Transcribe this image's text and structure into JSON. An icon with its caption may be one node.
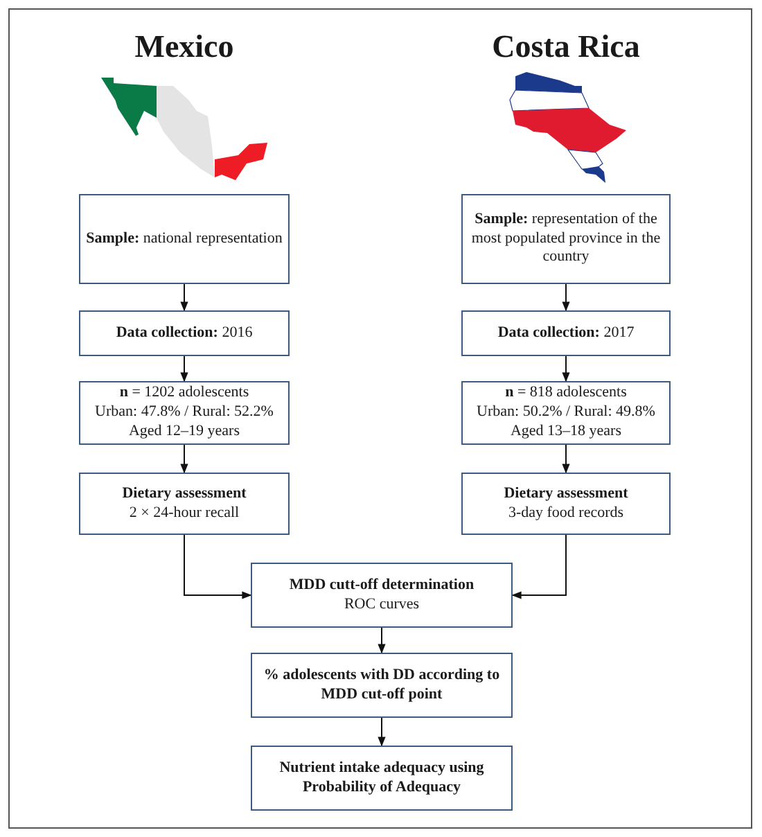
{
  "diagram": {
    "nodes": [
      {
        "text": [
          "**Sample:** national representation"
        ]
      },
      {
        "text": [
          "**Data collection:**  2016"
        ]
      },
      {
        "text": [
          "**n** = 1202 adolescents",
          "Urban: 47.8% / Rural: 52.2%",
          "Aged 12–19  years"
        ]
      },
      {
        "text": [
          "Dietary assessment",
          "2 × 24-hour recall"
        ]
      },
      {
        "text": [
          "**Sample:** representation of the most populated province in the country"
        ]
      },
      {
        "text": [
          "**Data collection:**  2017"
        ]
      },
      {
        "text": [
          "**n** = 818 adolescents",
          "Urban: 50.2% / Rural: 49.8%",
          "Aged 13–18 years"
        ]
      },
      {
        "text": [
          "Dietary assessment",
          "3-day food records"
        ]
      },
      {
        "text": [
          "MDD cutt-off determination",
          "ROC curves"
        ]
      },
      {
        "text": [
          "% adolescents with DD according to MDD cut-off point"
        ]
      },
      {
        "text": [
          "Nutrient intake adequacy using Probability of Adequacy"
        ]
      }
    ],
    "edges": [
      {
        "from": 0,
        "to": 1,
        "arrow": "to"
      },
      {
        "from": 1,
        "to": 2,
        "arrow": "to"
      },
      {
        "from": 2,
        "to": 3,
        "arrow": "to"
      },
      {
        "from": 4,
        "to": 5,
        "arrow": "to"
      },
      {
        "from": 5,
        "to": 6,
        "arrow": "to"
      },
      {
        "from": 6,
        "to": 7,
        "arrow": "to"
      },
      {
        "from": 3,
        "to": 8,
        "arrow": "to"
      },
      {
        "from": 7,
        "to": 8,
        "arrow": "to"
      },
      {
        "from": 8,
        "to": 9,
        "arrow": "to"
      },
      {
        "from": 9,
        "to": 10,
        "arrow": "to"
      }
    ],
    "labels": [
      "Mexico",
      "Costa Rica"
    ]
  }
}
